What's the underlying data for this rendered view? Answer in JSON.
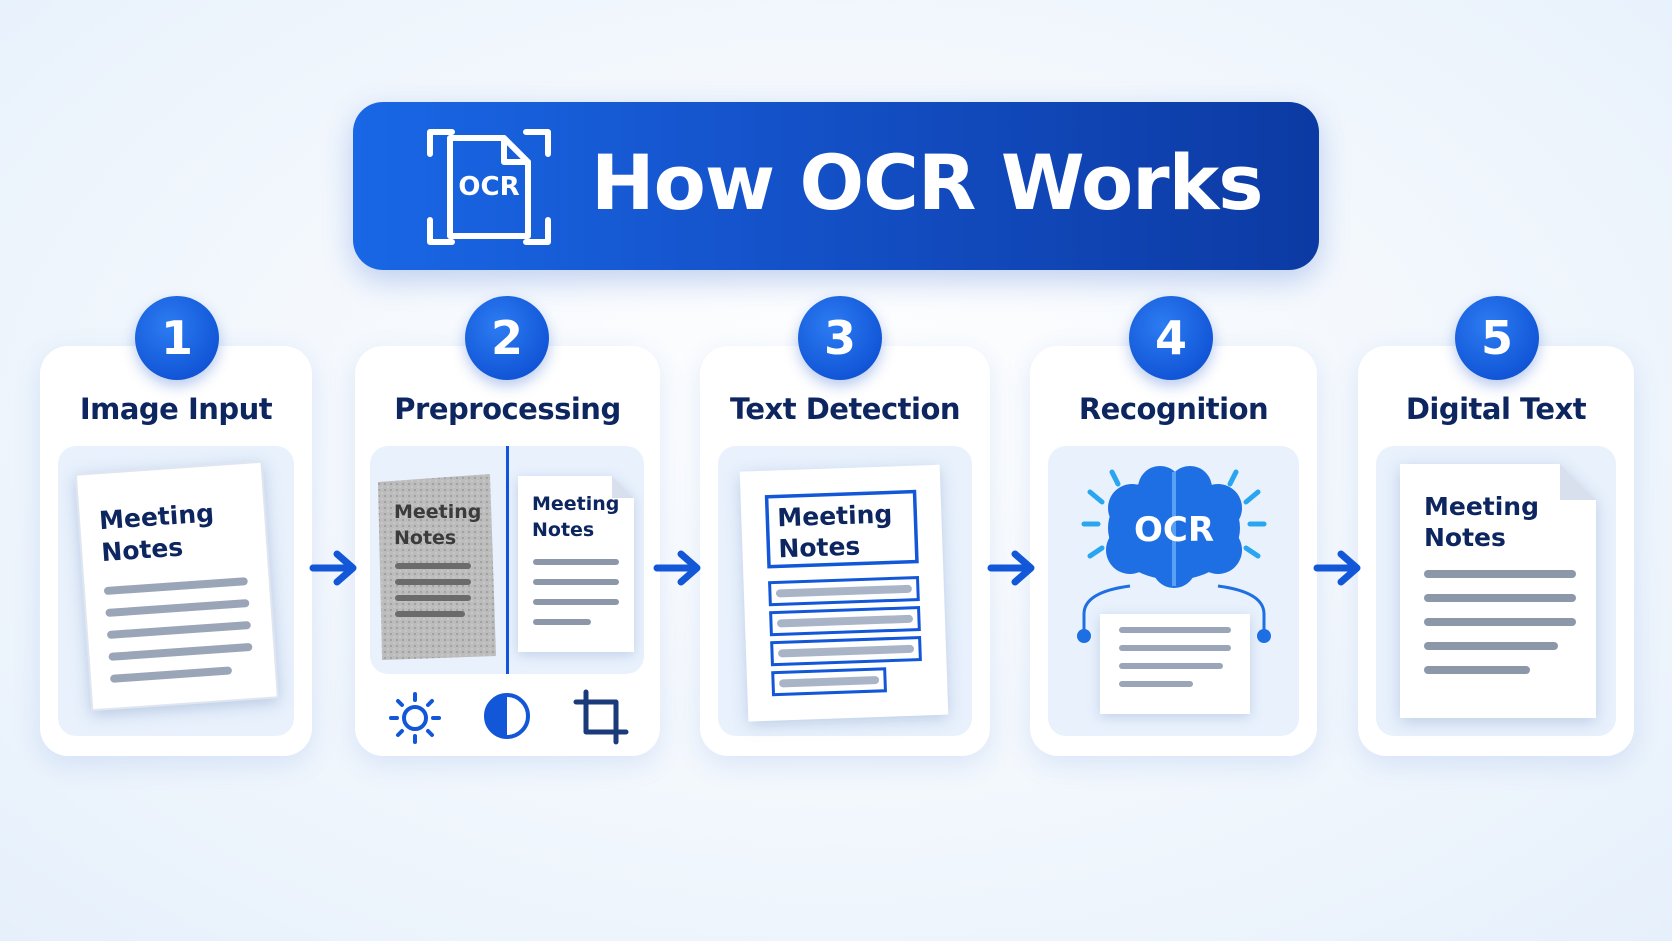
{
  "title": "How OCR Works",
  "title_icon_label": "OCR",
  "steps": [
    {
      "number": "1",
      "label": "Image Input",
      "doc_line1": "Meeting",
      "doc_line2": "Notes"
    },
    {
      "number": "2",
      "label": "Preprocessing",
      "doc_line1": "Meeting",
      "doc_line2": "Notes"
    },
    {
      "number": "3",
      "label": "Text Detection",
      "doc_line1": "Meeting",
      "doc_line2": "Notes"
    },
    {
      "number": "4",
      "label": "Recognition",
      "brain_label": "OCR"
    },
    {
      "number": "5",
      "label": "Digital Text",
      "doc_line1": "Meeting",
      "doc_line2": "Notes"
    }
  ],
  "preprocessing_icons": [
    "brightness-icon",
    "contrast-icon",
    "crop-icon"
  ],
  "colors": {
    "accent": "#1257d8",
    "dark_text": "#0d2660",
    "doc_line": "#9aa6b8"
  }
}
